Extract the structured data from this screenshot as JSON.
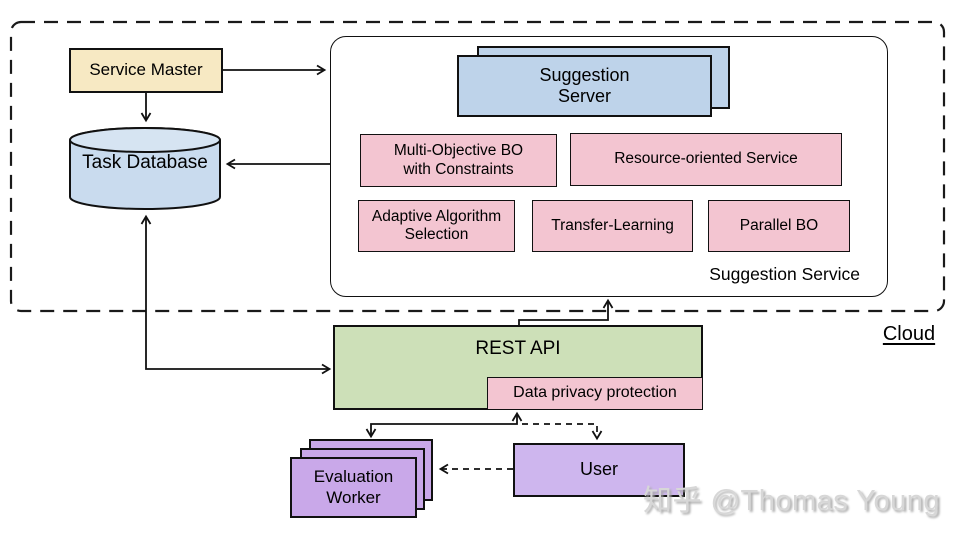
{
  "cloud": {
    "label": "Cloud"
  },
  "nodes": {
    "service_master": {
      "lines": [
        "Service Master"
      ]
    },
    "task_database": {
      "lines": [
        "Task Database"
      ]
    },
    "suggestion_service": {
      "label": "Suggestion Service"
    },
    "suggestion_server": {
      "lines": [
        "Suggestion",
        "Server"
      ]
    },
    "multi_objective_bo": {
      "lines": [
        "Multi-Objective BO",
        "with Constraints"
      ]
    },
    "resource_oriented": {
      "lines": [
        "Resource-oriented Service"
      ]
    },
    "adaptive_algorithm": {
      "lines": [
        "Adaptive Algorithm",
        "Selection"
      ]
    },
    "transfer_learning": {
      "lines": [
        "Transfer-Learning"
      ]
    },
    "parallel_bo": {
      "lines": [
        "Parallel BO"
      ]
    },
    "rest_api": {
      "lines": [
        "REST API"
      ]
    },
    "data_privacy": {
      "lines": [
        "Data privacy protection"
      ]
    },
    "evaluation_worker": {
      "lines": [
        "Evaluation",
        "Worker"
      ]
    },
    "user": {
      "lines": [
        "User"
      ]
    }
  },
  "connectors": [
    {
      "from": "service_master",
      "to": "suggestion_service",
      "style": "solid",
      "bidirectional": false
    },
    {
      "from": "service_master",
      "to": "task_database",
      "style": "solid",
      "bidirectional": false
    },
    {
      "from": "suggestion_service",
      "to": "task_database",
      "style": "solid",
      "bidirectional": false
    },
    {
      "from": "rest_api",
      "to": "task_database",
      "style": "solid",
      "bidirectional": true
    },
    {
      "from": "rest_api",
      "to": "suggestion_service",
      "style": "solid",
      "bidirectional": false
    },
    {
      "from": "evaluation_worker",
      "to": "data_privacy",
      "style": "solid",
      "bidirectional": true
    },
    {
      "from": "data_privacy",
      "to": "user",
      "style": "dashed",
      "bidirectional": false
    },
    {
      "from": "user",
      "to": "evaluation_worker",
      "style": "dashed",
      "bidirectional": false
    }
  ],
  "colors": {
    "service_master_fill": "#F7E9C3",
    "database_fill": "#C9DBEE",
    "database_top_fill": "#D6E4F2",
    "server_fill": "#BED3EA",
    "pink_fill": "#F3C5D1",
    "green_fill": "#CDE0B8",
    "worker_fill": "#C9A8E9",
    "user_fill": "#CEB6EE",
    "outline": "#111111",
    "watermark_color": "#D7D7D7"
  },
  "watermark": "知乎 @Thomas Young"
}
